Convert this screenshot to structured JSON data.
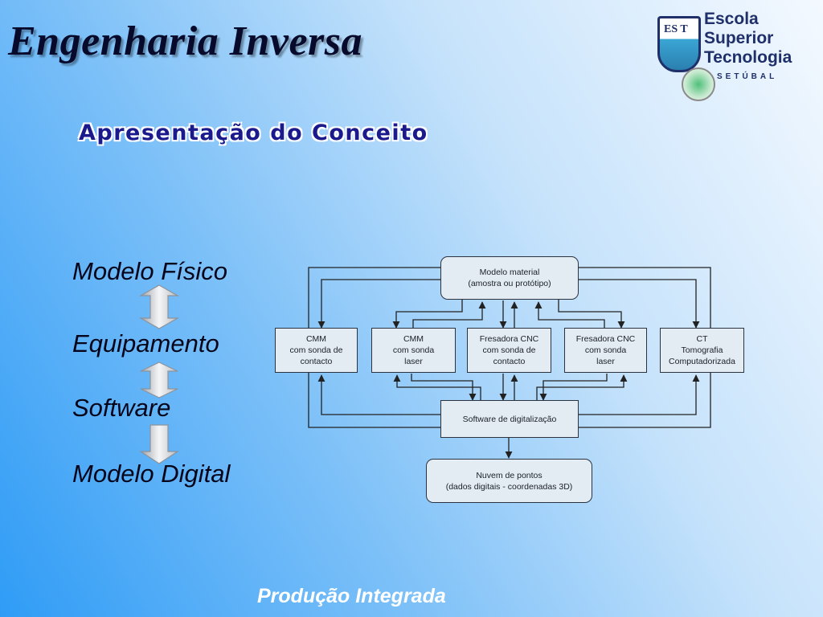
{
  "slide": {
    "title": "Engenharia Inversa",
    "subtitle": "Apresentação do Conceito",
    "footer": "Produção Integrada"
  },
  "logo": {
    "shield_text": "ES T",
    "line1": "Escola",
    "line2": "Superior",
    "line3": "Tecnologia",
    "city": "SETÚBAL"
  },
  "steps": [
    "Modelo Físico",
    "Equipamento",
    "Software",
    "Modelo Digital"
  ],
  "diagram": {
    "modelo_material": {
      "line1": "Modelo material",
      "line2": "(amostra ou protótipo)"
    },
    "cmm_contacto": {
      "line1": "CMM",
      "line2": "com sonda de",
      "line3": "contacto"
    },
    "cmm_laser": {
      "line1": "CMM",
      "line2": "com sonda",
      "line3": "laser"
    },
    "fresadora_contacto": {
      "line1": "Fresadora CNC",
      "line2": "com sonda de",
      "line3": "contacto"
    },
    "fresadora_laser": {
      "line1": "Fresadora CNC",
      "line2": "com sonda",
      "line3": "laser"
    },
    "ct": {
      "line1": "CT",
      "line2": "Tomografia",
      "line3": "Computadorizada"
    },
    "software": {
      "line1": "Software de digitalização"
    },
    "nuvem": {
      "line1": "Nuvem de pontos",
      "line2": "(dados digitais -  coordenadas 3D)"
    }
  }
}
